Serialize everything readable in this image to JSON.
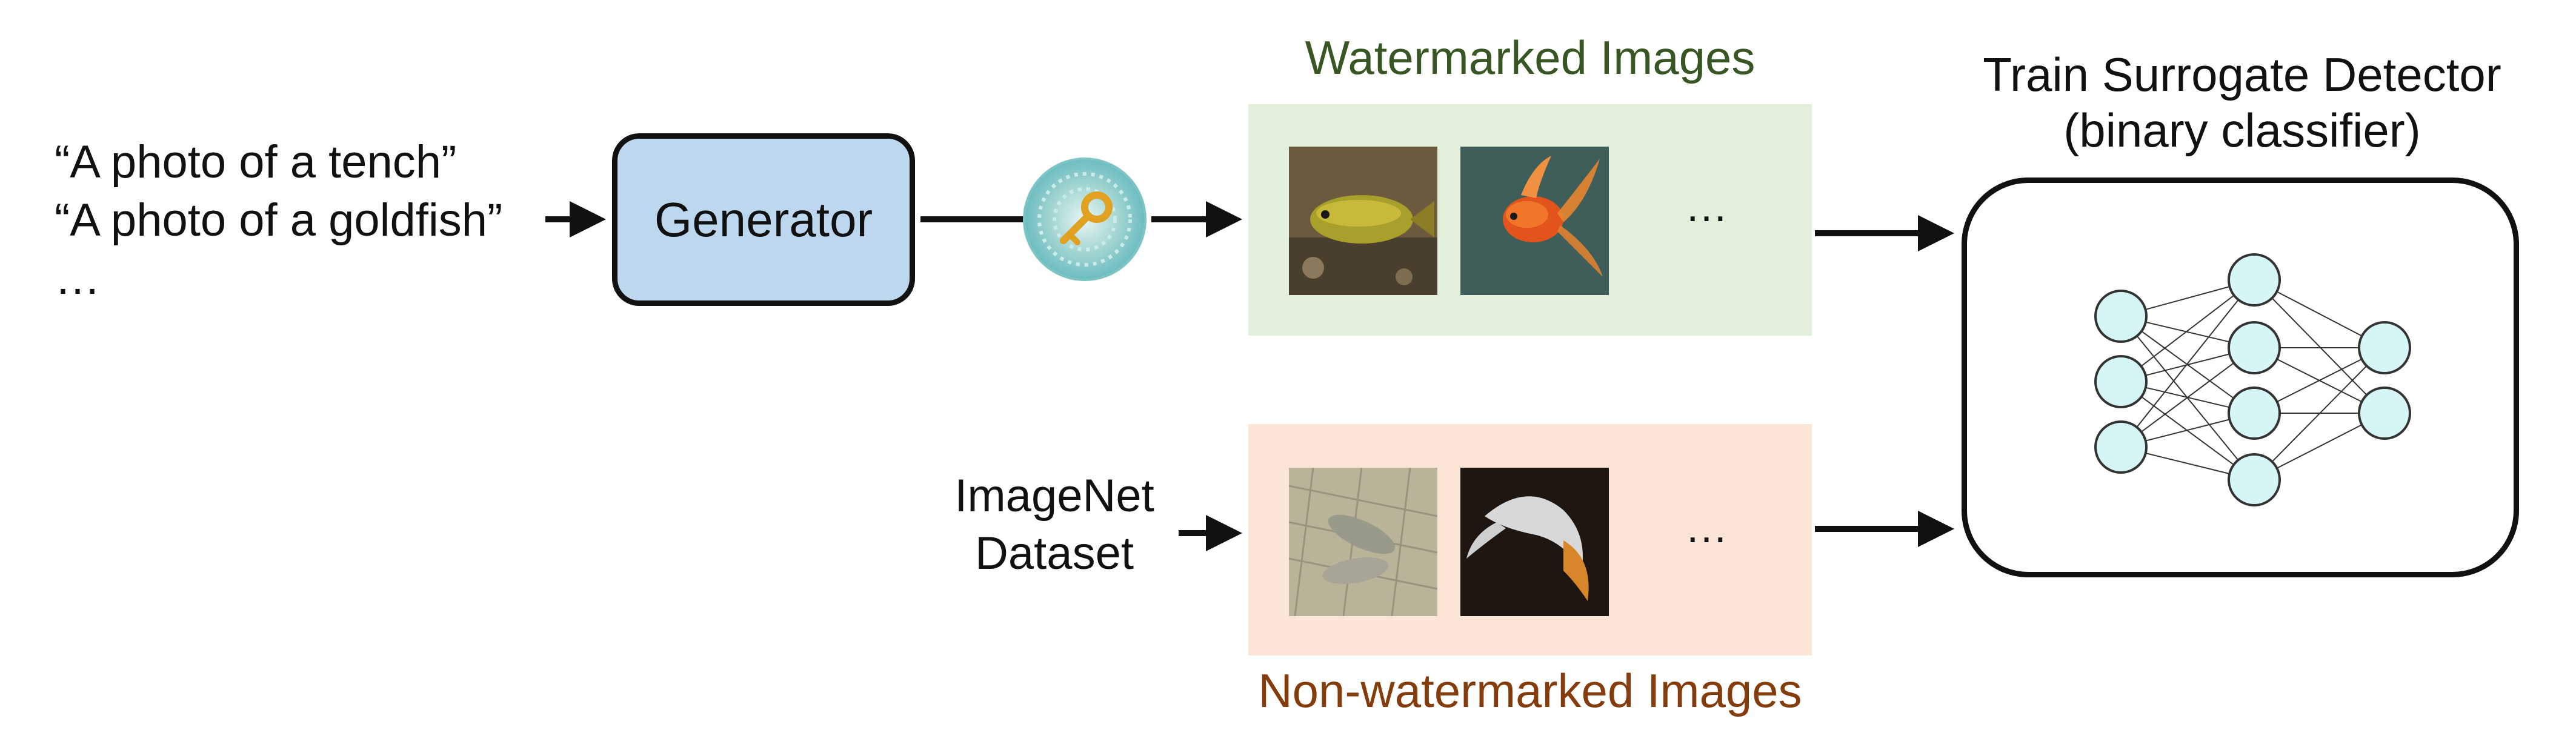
{
  "prompts": {
    "line1": "“A photo of a tench”",
    "line2": "“A photo of a goldfish”",
    "line3": "…"
  },
  "generator": {
    "label": "Generator"
  },
  "watermark_icon": {
    "icon": "key-icon"
  },
  "watermarked": {
    "title": "Watermarked Images",
    "title_color": "#375623",
    "panel_color": "#e2efda",
    "images": [
      "tench-image",
      "goldfish-image"
    ],
    "ellipsis": "…"
  },
  "non_watermarked": {
    "title": "Non-watermarked Images",
    "title_color": "#843c0c",
    "panel_color": "#fbe5d6",
    "images": [
      "tench-net-image",
      "koi-image"
    ],
    "ellipsis": "…"
  },
  "source": {
    "line1": "ImageNet",
    "line2": "Dataset"
  },
  "detector": {
    "title_line1": "Train Surrogate Detector",
    "title_line2": "(binary classifier)",
    "node_color": "#d6f5f5"
  }
}
